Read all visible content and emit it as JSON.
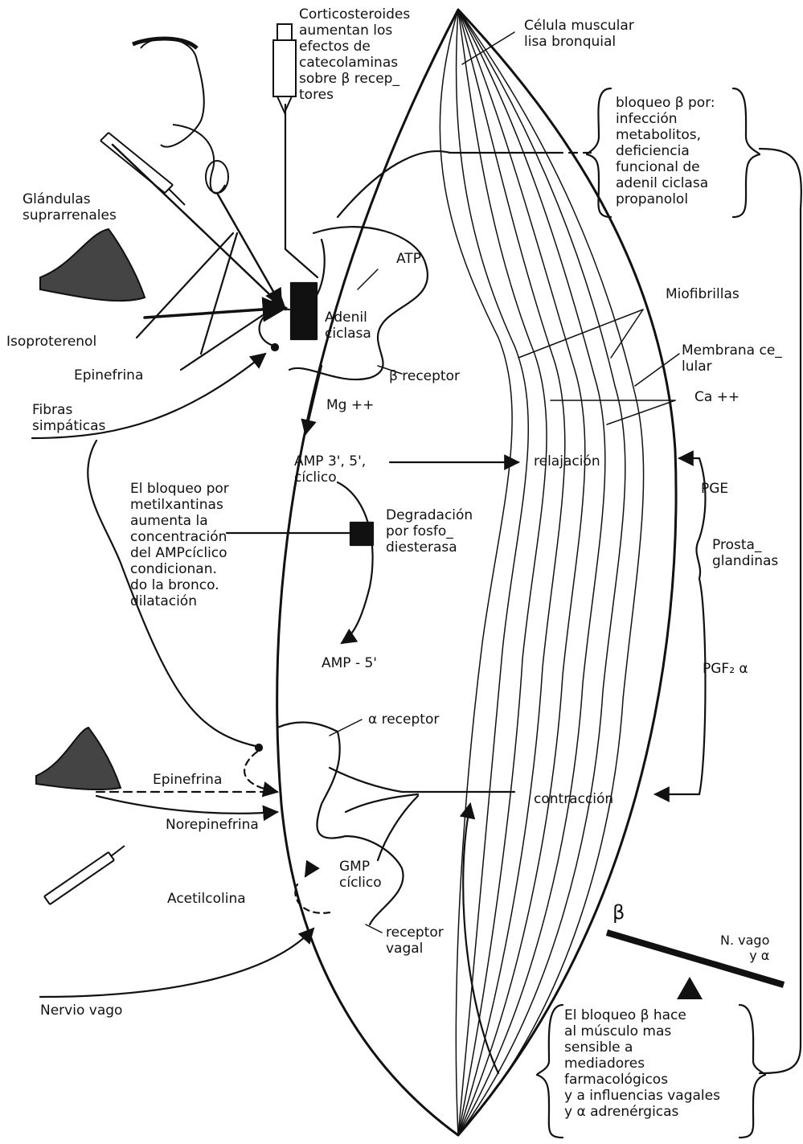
{
  "labels": {
    "corticosteroides": "Corticosteroides\naumentan los\nefectos de\ncatecolaminas\nsobre β recep_\ntores",
    "celula": "Célula muscular\nlisa bronquial",
    "bloqueo_beta": "bloqueo β por:\ninfección\nmetabolitos,\ndeficiencia\nfuncional de\nadenil ciclasa\npropanolol",
    "glandulas": "Glándulas\nsuprarrenales",
    "atp": "ATP",
    "adenil": "Adenil\nciclasa",
    "isoproterenol": "Isoproterenol",
    "epinefrina_top": "Epinefrina",
    "beta_receptor": "β receptor",
    "fibras": "Fibras\nsimpáticas",
    "mg": "Mg ++",
    "miofibrillas": "Miofibrillas",
    "membrana": "Membrana ce_\nlular",
    "ca": "Ca ++",
    "amp_ciclico": "AMP 3', 5',\ncíclico",
    "relajacion": "relajación",
    "pge": "PGE",
    "metilxantinas": "El bloqueo por\nmetilxantinas\naumenta la\nconcentración\ndel AMPcíclico\ncondicionan.\ndo la bronco.\ndilatación",
    "degradacion": "Degradación\npor fosfo_\ndiesterasa",
    "prostaglandinas": "Prosta_\nglandinas",
    "amp5": "AMP - 5'",
    "pgf": "PGF₂ α",
    "alfa_receptor": "α receptor",
    "epinefrina_bottom": "Epinefrina",
    "contraccion": "contracción",
    "norepinefrina": "Norepinefrina",
    "gmp": "GMP\ncíclico",
    "acetilcolina": "Acetilcolina",
    "receptor_vagal": "receptor\nvagal",
    "beta_symbol": "β",
    "nvago": "N. vago\ny α",
    "nervio_vago": "Nervio vago",
    "bloqueo_sensible": "El bloqueo β hace\nal músculo mas\nsensible a\nmediadores\nfarmacológicos\ny a influencias vagales\ny α adrenérgicas"
  }
}
